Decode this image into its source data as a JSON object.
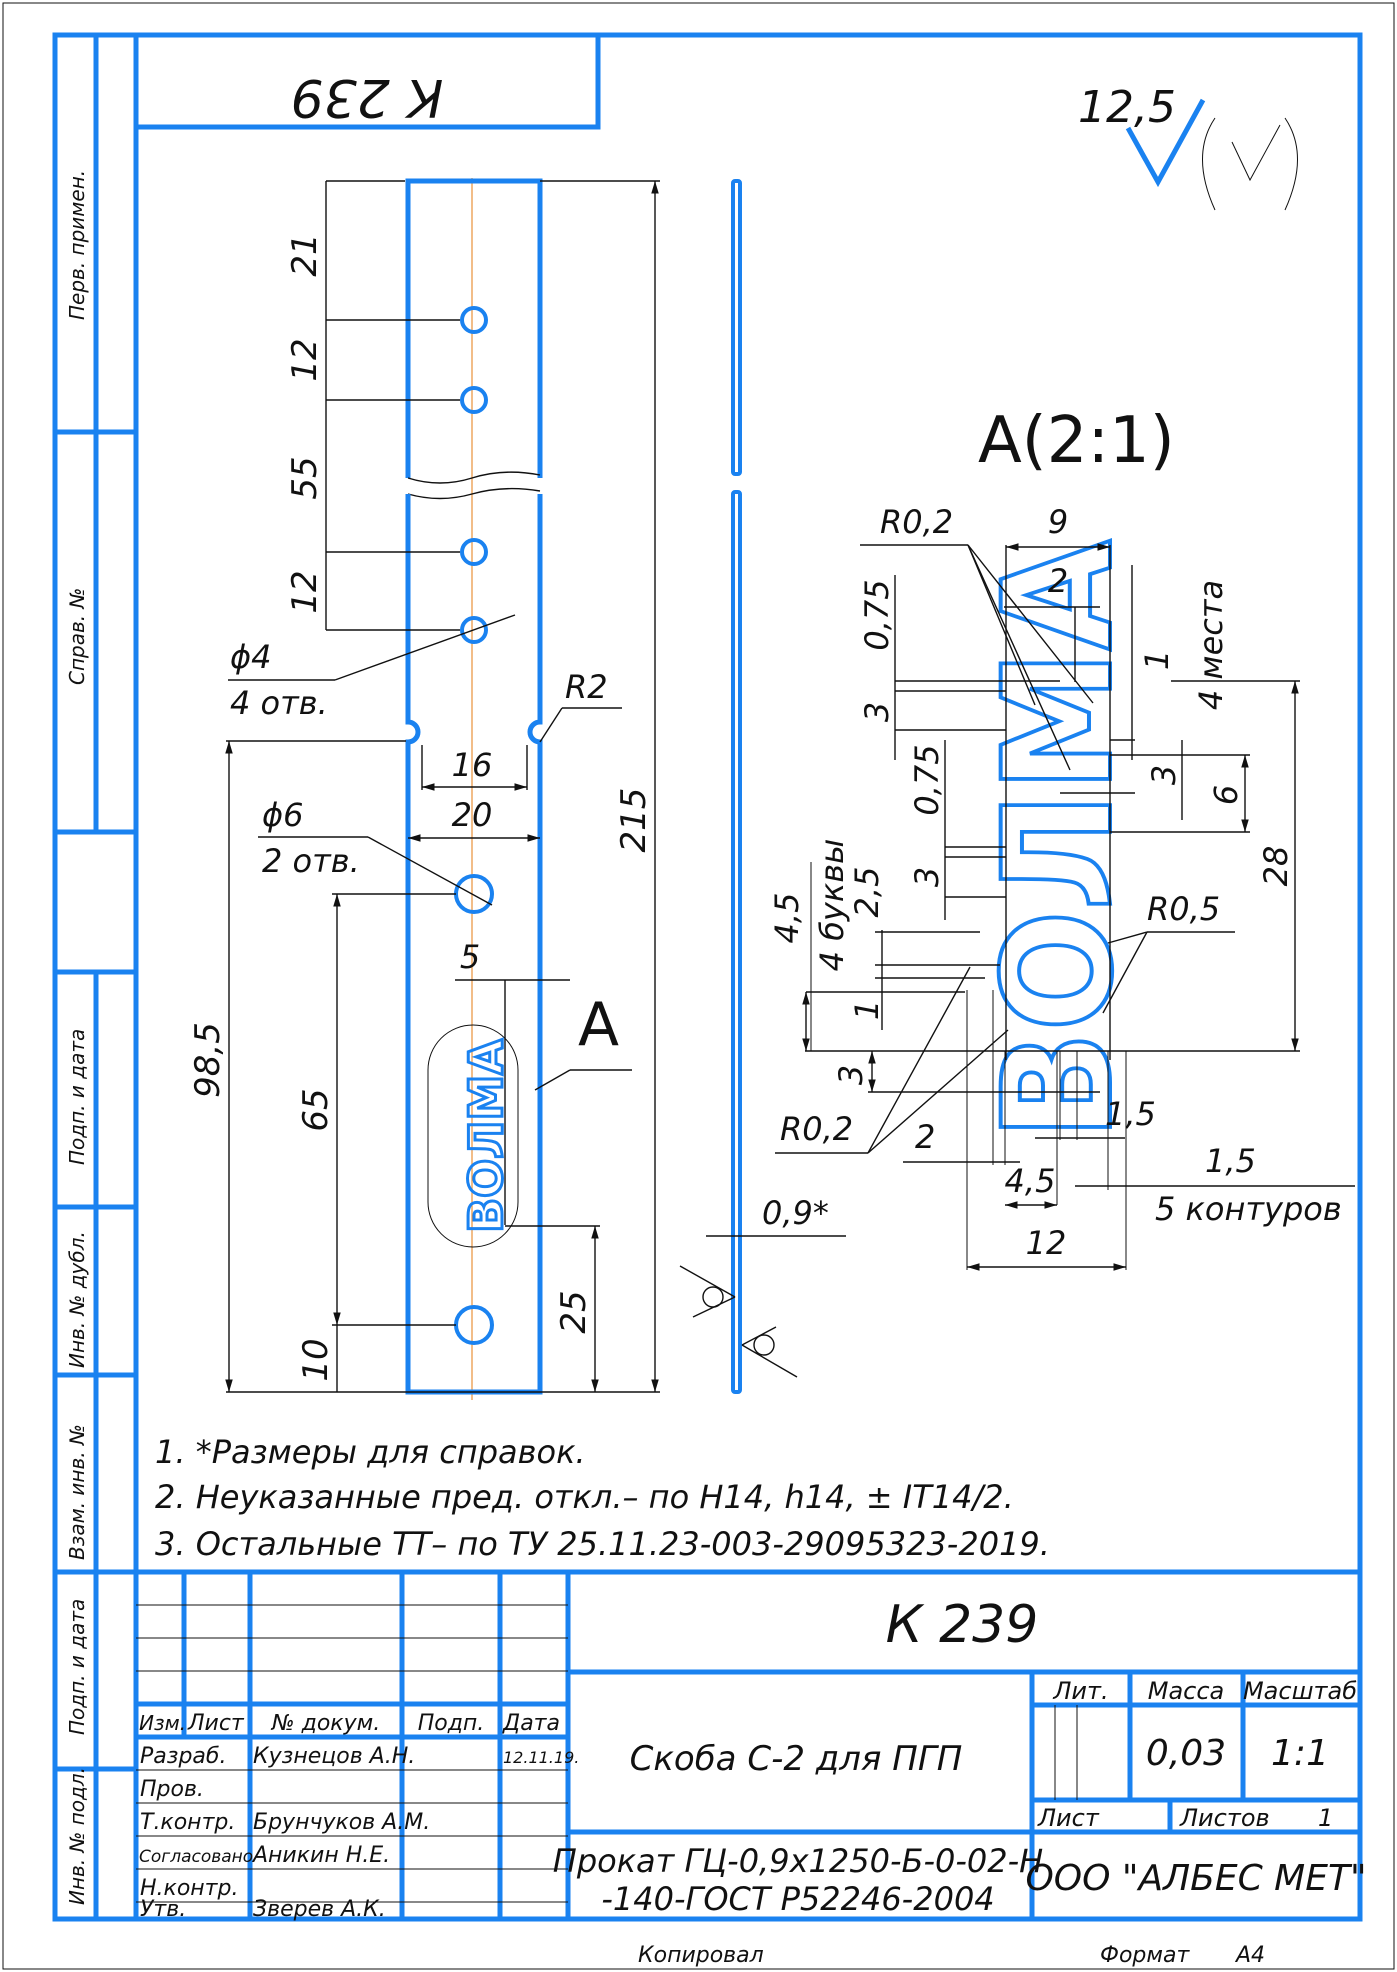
{
  "colors": {
    "frame": "#1a82f0",
    "text": "#111111",
    "axis": "#e8913a"
  },
  "top_stamp": "К 239",
  "surface_finish": {
    "value": "12,5"
  },
  "side_columns": [
    "Перв. примен.",
    "Справ. №",
    "Подп. и дата",
    "Инв. № дубл.",
    "Взам. инв. №",
    "Подп. и дата",
    "Инв. № подл."
  ],
  "main_view": {
    "dims": {
      "d21": "21",
      "d12a": "12",
      "d55": "55",
      "d12b": "12",
      "hole4_dia": "ϕ4",
      "hole4_qty": "4 отв.",
      "r2": "R2",
      "d16": "16",
      "d20": "20",
      "hole6_dia": "ϕ6",
      "hole6_qty": "2 отв.",
      "d5": "5",
      "d215": "215",
      "d98_5": "98,5",
      "d65": "65",
      "d25": "25",
      "d10": "10"
    },
    "view_label": "А",
    "emboss_text": "ВОЛМА"
  },
  "side_view": {
    "thickness": "0,9*"
  },
  "detail_view": {
    "title": "А(2:1)",
    "labels": {
      "r02_top": "R0,2",
      "d9": "9",
      "d2_top": "2",
      "d1_top": "1",
      "places": "4 места",
      "d075a": "0,75",
      "d3a": "3",
      "d075b": "0,75",
      "d3b": "3",
      "d3c": "3",
      "d6": "6",
      "d28": "28",
      "r05": "R0,5",
      "d4_5v": "4,5",
      "letters": "4 буквы",
      "d2_5": "2,5",
      "d1_bottom": "1",
      "d3_bottom": "3",
      "r02_bottom": "R0,2",
      "d2_bottom": "2",
      "d4_5h": "4,5",
      "d1_5a": "1,5",
      "d1_5b": "1,5",
      "contours": "5 контуров",
      "d12": "12"
    }
  },
  "notes": [
    "1. *Размеры для справок.",
    "2. Неуказанные пред. откл.– по Н14, h14, ± IT14/2.",
    "3. Остальные ТТ– по ТУ 25.11.23-003-29095323-2019."
  ],
  "title_block": {
    "designation": "К 239",
    "headers": {
      "izm": "Изм.",
      "list": "Лист",
      "doc": "№ докум.",
      "sign": "Подп.",
      "date": "Дата"
    },
    "roles": [
      {
        "role": "Разраб.",
        "name": "Кузнецов А.Н.",
        "date": "12.11.19."
      },
      {
        "role": "Пров.",
        "name": "",
        "date": ""
      },
      {
        "role": "Т.контр.",
        "name": "Брунчуков А.М.",
        "date": ""
      },
      {
        "role": "Согласовано",
        "name": "Аникин Н.Е.",
        "date": ""
      },
      {
        "role": "Н.контр.",
        "name": "",
        "date": ""
      },
      {
        "role": "Утв.",
        "name": "Зверев А.К.",
        "date": ""
      }
    ],
    "part_name": "Скоба С-2 для ПГП",
    "lit_label": "Лит.",
    "mass_label": "Масса",
    "scale_label": "Масштаб",
    "mass": "0,03",
    "scale": "1:1",
    "sheet_label": "Лист",
    "sheets_label": "Листов",
    "sheets": "1",
    "material_line1": "Прокат ГЦ-0,9х1250-Б-0-02-Н",
    "material_line2": "-140-ГОСТ Р52246-2004",
    "company": "ООО \"АЛБЕС МЕТ\""
  },
  "footer": {
    "copied": "Копировал",
    "format_label": "Формат",
    "format": "А4"
  }
}
